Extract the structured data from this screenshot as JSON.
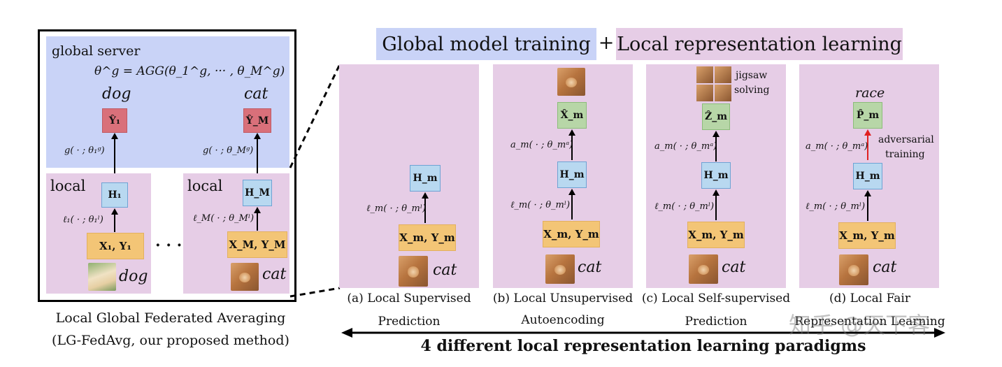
{
  "header": {
    "global": "Global model training",
    "plus": "+",
    "local": "Local representation learning"
  },
  "left_diagram": {
    "server_label": "global server",
    "aggregation": "θ^g = AGG(θ_1^g, ··· , θ_M^g)",
    "clients": [
      {
        "prediction": "dog",
        "y_hat": "Ŷ₁",
        "g_func": "g( · ; θ₁ᵍ)",
        "local_label": "local",
        "h": "H₁",
        "l_func": "ℓ₁( · ; θ₁ˡ)",
        "xy": "X₁, Y₁",
        "image_label": "dog"
      },
      {
        "prediction": "cat",
        "y_hat": "Ŷ_M",
        "g_func": "g( · ; θ_Mᵍ)",
        "local_label": "local",
        "h": "H_M",
        "l_func": "ℓ_M( · ; θ_Mˡ)",
        "xy": "X_M, Y_M",
        "image_label": "cat"
      }
    ],
    "ellipsis": "· · ·",
    "caption_line1": "Local Global Federated Averaging",
    "caption_line2": "(LG-FedAvg, our proposed method)"
  },
  "paradigms": [
    {
      "h": "H_m",
      "l_func": "ℓ_m( · ; θ_mˡ)",
      "xy": "X_m, Y_m",
      "image_label": "cat",
      "caption_line1": "(a) Local Supervised",
      "caption_line2": "Prediction"
    },
    {
      "top": "X̂_m",
      "a_func": "a_m( · ; θ_mᵃ)",
      "h": "H_m",
      "l_func": "ℓ_m( · ; θ_mˡ)",
      "xy": "X_m, Y_m",
      "image_label": "cat",
      "caption_line1": "(b) Local Unsupervised",
      "caption_line2": "Autoencoding"
    },
    {
      "top": "Ẑ_m",
      "task_line1": "jigsaw",
      "task_line2": "solving",
      "a_func": "a_m( · ; θ_mᵃ)",
      "h": "H_m",
      "l_func": "ℓ_m( · ; θ_mˡ)",
      "xy": "X_m, Y_m",
      "image_label": "cat",
      "caption_line1": "(c) Local Self-supervised",
      "caption_line2": "Prediction"
    },
    {
      "top_label": "race",
      "top": "P̂_m",
      "task_line1": "adversarial",
      "task_line2": "training",
      "a_func": "a_m( · ; θ_mᵃ)",
      "h": "H_m",
      "l_func": "ℓ_m( · ; θ_mˡ)",
      "xy": "X_m, Y_m",
      "image_label": "cat",
      "caption_line1": "(d) Local Fair",
      "caption_line2": "Representation Learning"
    }
  ],
  "footer": "4 different local representation learning paradigms",
  "watermark": "知乎 @天下客",
  "colors": {
    "panel": "#e6cde6",
    "server": "#c9d3f7",
    "repr_box": "#b8d8f0",
    "input_box": "#f3c576",
    "pred_box": "#d9707a",
    "aux_box": "#b7d6a7",
    "adversarial_arrow": "#e02020"
  },
  "icons": [
    "dog-photo",
    "cat-photo",
    "jigsaw-photo"
  ]
}
